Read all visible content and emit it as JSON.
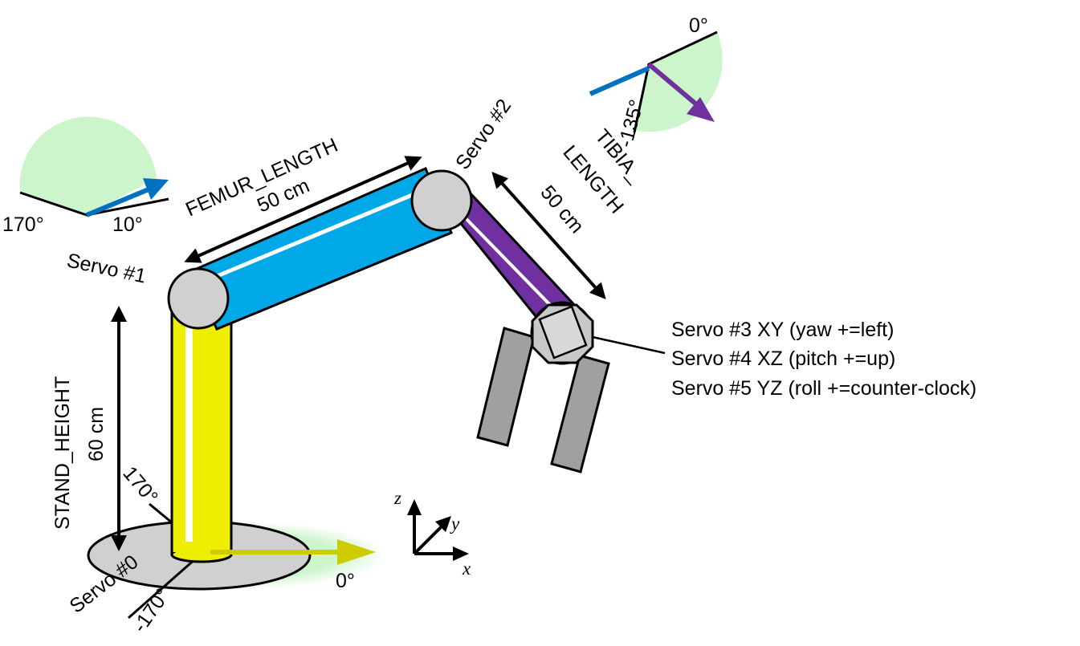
{
  "labels": {
    "femur_name": "FEMUR_LENGTH",
    "femur_value": "50 cm",
    "tibia_name_1": "TIBIA_",
    "tibia_name_2": "LENGTH",
    "tibia_value": "50 cm",
    "stand_name": "STAND_HEIGHT",
    "stand_value": "60 cm",
    "servo0": "Servo #0",
    "servo1": "Servo #1",
    "servo2": "Servo #2",
    "servo3": "Servo #3 XY (yaw +=left)",
    "servo4": "Servo #4 XZ (pitch +=up)",
    "servo5": "Servo #5 YZ (roll +=counter-clock)"
  },
  "angles": {
    "servo1_max": "170°",
    "servo1_min": "10°",
    "servo2_max": "0°",
    "servo2_min": "-135°",
    "servo0_max": "170°",
    "servo0_min": "-170°",
    "servo0_zero": "0°"
  },
  "axes": {
    "x": "x",
    "y": "y",
    "z": "z"
  },
  "colors": {
    "stand": "#eeee00",
    "femur": "#00a8e8",
    "tibia": "#7030a0",
    "joint": "#d0d0d0",
    "gripper": "#a0a0a0",
    "range": "#ccf5cc",
    "arrow_blue": "#0070c0",
    "arrow_purple": "#7030a0",
    "arrow_yellow": "#cccc00"
  }
}
